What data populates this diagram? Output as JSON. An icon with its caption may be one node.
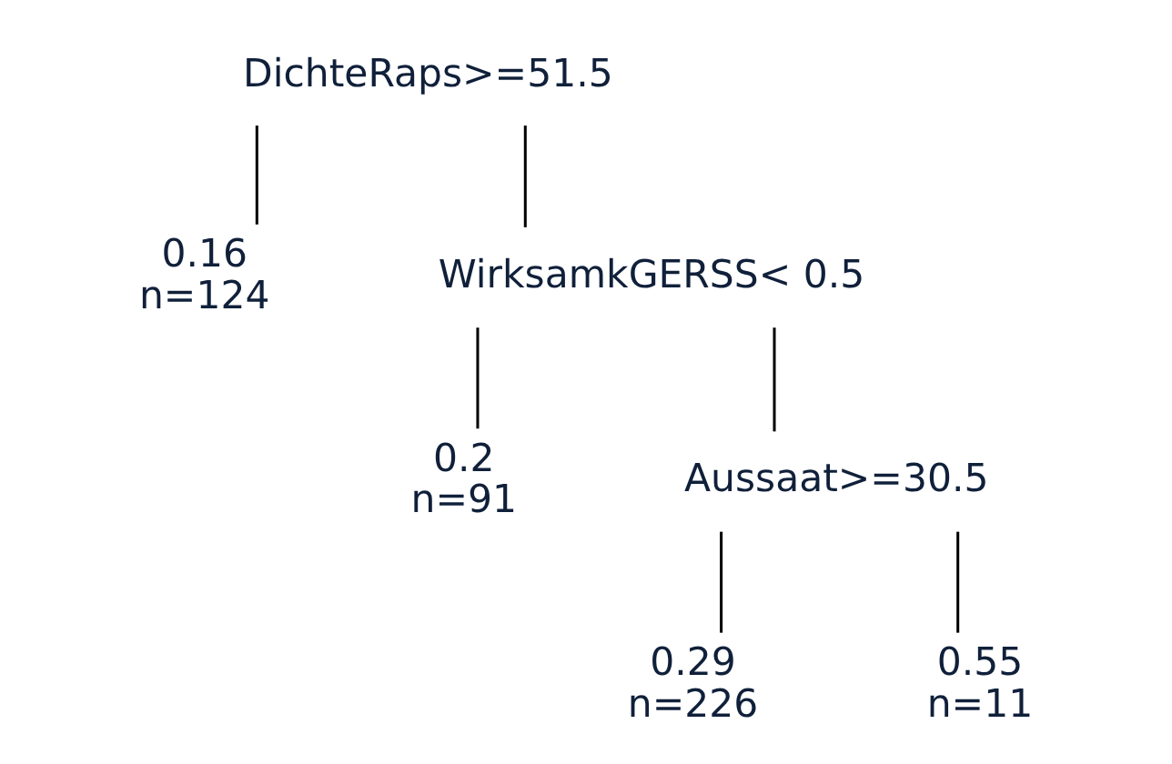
{
  "diagram": {
    "nodes": [
      {
        "text": [
          "DichteRaps>=51.5"
        ]
      },
      {
        "text": [
          "0.16",
          "n=124"
        ]
      },
      {
        "text": [
          "WirksamkGERSS< 0.5"
        ]
      },
      {
        "text": [
          "0.2",
          "n=91"
        ]
      },
      {
        "text": [
          "Aussaat>=30.5"
        ]
      },
      {
        "text": [
          "0.29",
          "n=226"
        ]
      },
      {
        "text": [
          "0.55",
          "n=11"
        ]
      }
    ],
    "edges": [
      {
        "from": 0,
        "to": 1,
        "arrow": "none"
      },
      {
        "from": 0,
        "to": 2,
        "arrow": "none"
      },
      {
        "from": 2,
        "to": 3,
        "arrow": "none"
      },
      {
        "from": 2,
        "to": 4,
        "arrow": "none"
      },
      {
        "from": 4,
        "to": 5,
        "arrow": "none"
      },
      {
        "from": 4,
        "to": 6,
        "arrow": "none"
      }
    ]
  }
}
